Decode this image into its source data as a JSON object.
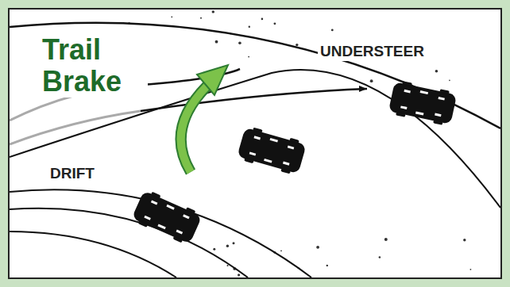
{
  "diagram": {
    "labels": [
      "Trail Brake",
      "UNDERSTEER",
      "DRIFT"
    ]
  }
}
